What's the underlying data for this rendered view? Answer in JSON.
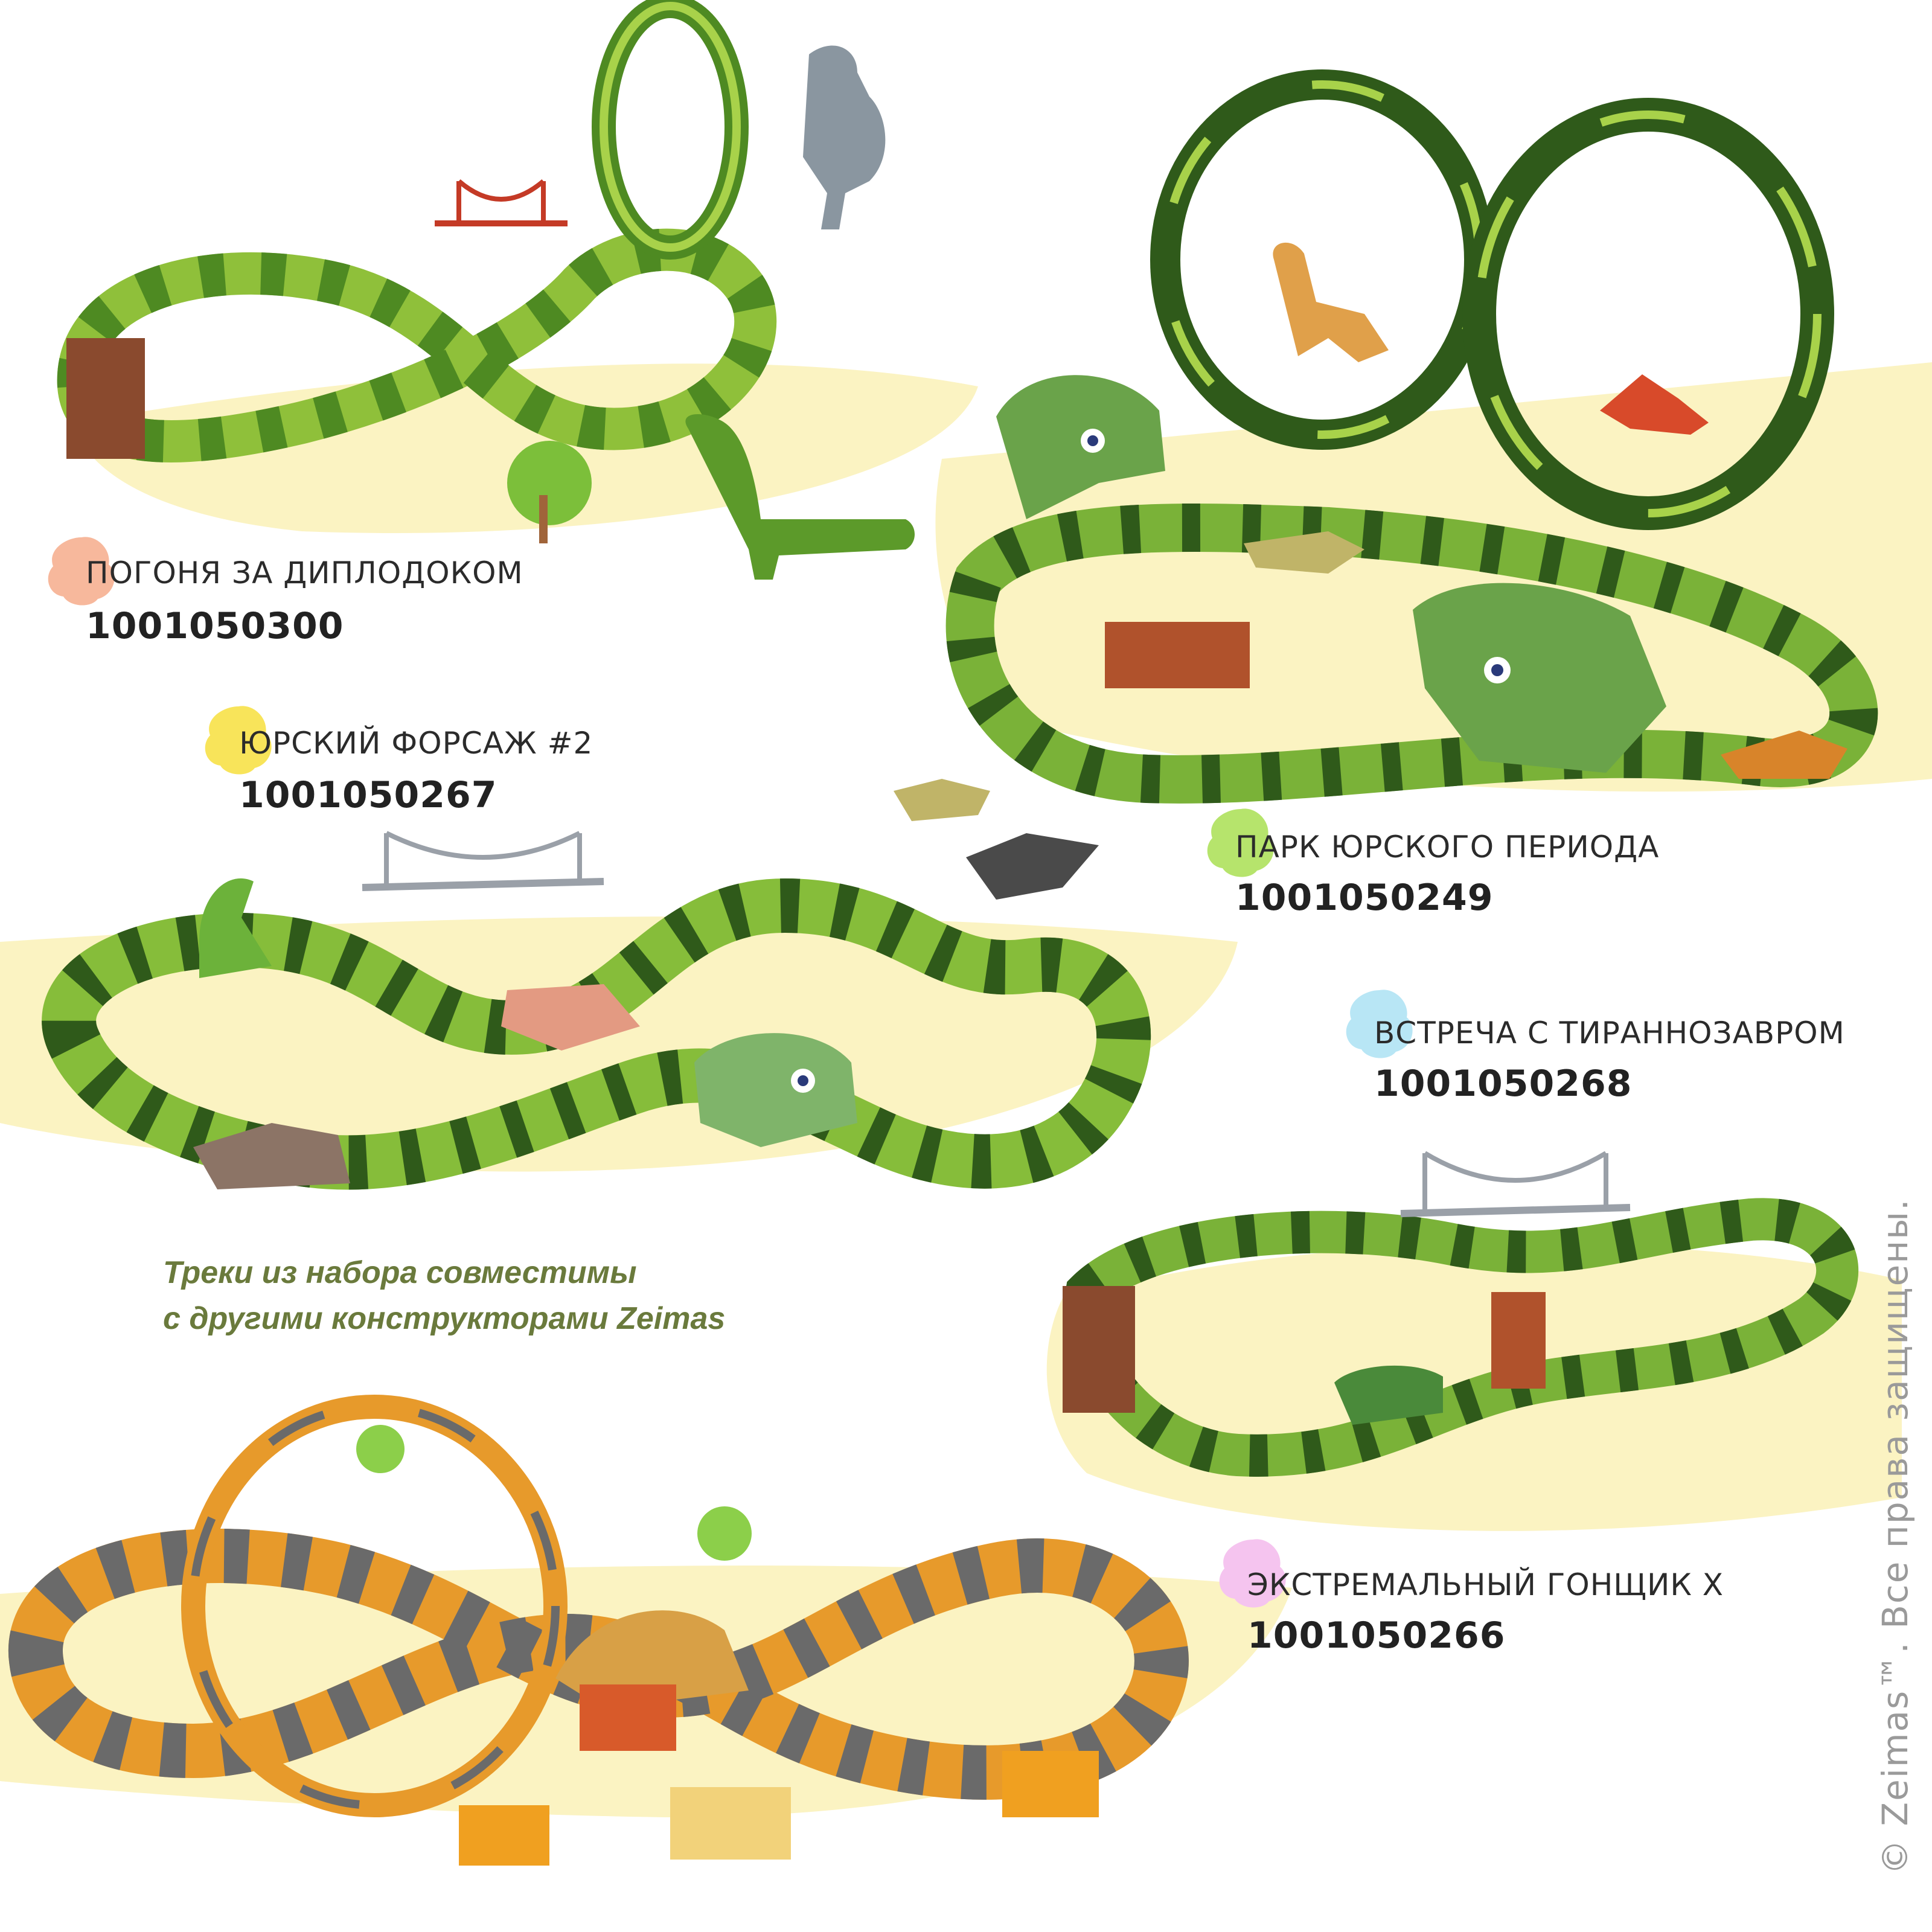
{
  "products": [
    {
      "name": "ПОГОНЯ ЗА ДИПЛОДОКОМ",
      "code": "1001050300",
      "blob_color": "#f7b89c"
    },
    {
      "name": "ЮРСКИЙ ФОРСАЖ #2",
      "code": "1001050267",
      "blob_color": "#f8e45a"
    },
    {
      "name": "ПАРК ЮРСКОГО ПЕРИОДА",
      "code": "1001050249",
      "blob_color": "#b6e46c"
    },
    {
      "name": "ВСТРЕЧА С ТИРАННОЗАВРОМ",
      "code": "1001050268",
      "blob_color": "#b8e6f5"
    },
    {
      "name": "ЭКСТРЕМАЛЬНЫЙ ГОНЩИК X",
      "code": "1001050266",
      "blob_color": "#f5c4ef"
    }
  ],
  "note": {
    "line1": "Треки из набора совместимы",
    "line2": "с другими конструкторами Zeimas"
  },
  "copyright": "© Zeimas™. Все права защищены.",
  "colors": {
    "sand": "#fbf3c2",
    "track_green_dark": "#3f6b24",
    "track_green_light": "#a8d24a",
    "track_orange": "#e79a2b",
    "track_gray": "#6a6a6a",
    "note_text": "#6a7a3c"
  }
}
